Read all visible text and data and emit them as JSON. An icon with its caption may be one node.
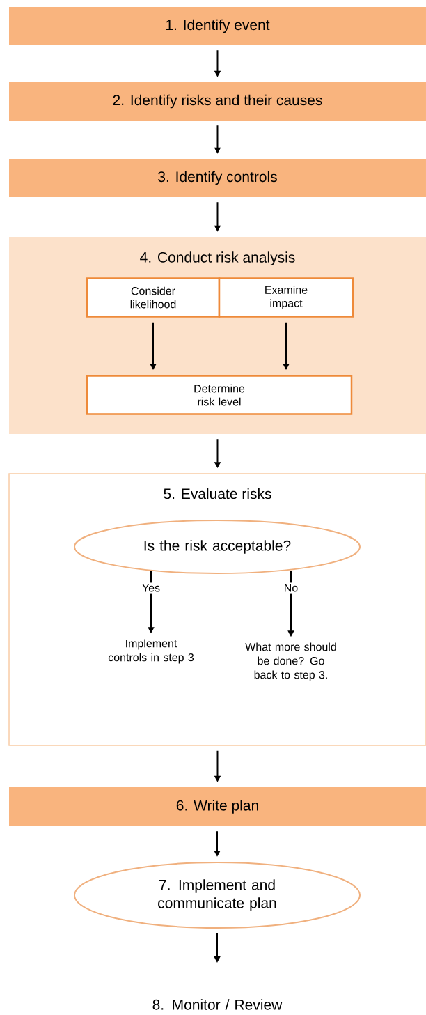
{
  "diagram": {
    "nodes": [
      {
        "text": [
          "1. Identify event"
        ]
      },
      {
        "text": [
          "2. Identify risks and their causes"
        ]
      },
      {
        "text": [
          "3. Identify controls"
        ]
      },
      {
        "text": [
          "4. Conduct risk analysis"
        ]
      },
      {
        "text": [
          "Consider likelihood"
        ],
        "in": 3
      },
      {
        "text": [
          "Examine impact"
        ],
        "in": 3
      },
      {
        "text": [
          "Determine risk level"
        ],
        "in": 3
      },
      {
        "text": [
          "5. Evaluate risks"
        ]
      },
      {
        "text": [
          "Is the risk acceptable?"
        ],
        "in": 7
      },
      {
        "text": [
          "Implement controls in step 3"
        ],
        "in": 7
      },
      {
        "text": [
          "What more should be done? Go back to step 3."
        ],
        "in": 7
      },
      {
        "text": [
          "6. Write plan"
        ]
      },
      {
        "text": [
          "7. Implement and communicate plan"
        ]
      },
      {
        "text": [
          "8. Monitor / Review"
        ]
      }
    ],
    "edges": [
      {
        "from": 0,
        "to": 1,
        "arrow": "to"
      },
      {
        "from": 1,
        "to": 2,
        "arrow": "to"
      },
      {
        "from": 2,
        "to": 3,
        "arrow": "to"
      },
      {
        "from": 4,
        "to": 6,
        "arrow": "to"
      },
      {
        "from": 5,
        "to": 6,
        "arrow": "to"
      },
      {
        "from": 3,
        "to": 7,
        "arrow": "to"
      },
      {
        "from": 8,
        "to": 9,
        "arrow": "to",
        "label": "Yes"
      },
      {
        "from": 8,
        "to": 10,
        "arrow": "to",
        "label": "No"
      },
      {
        "from": 7,
        "to": 11,
        "arrow": "to"
      },
      {
        "from": 11,
        "to": 12,
        "arrow": "to"
      },
      {
        "from": 12,
        "to": 13,
        "arrow": "to"
      }
    ]
  }
}
